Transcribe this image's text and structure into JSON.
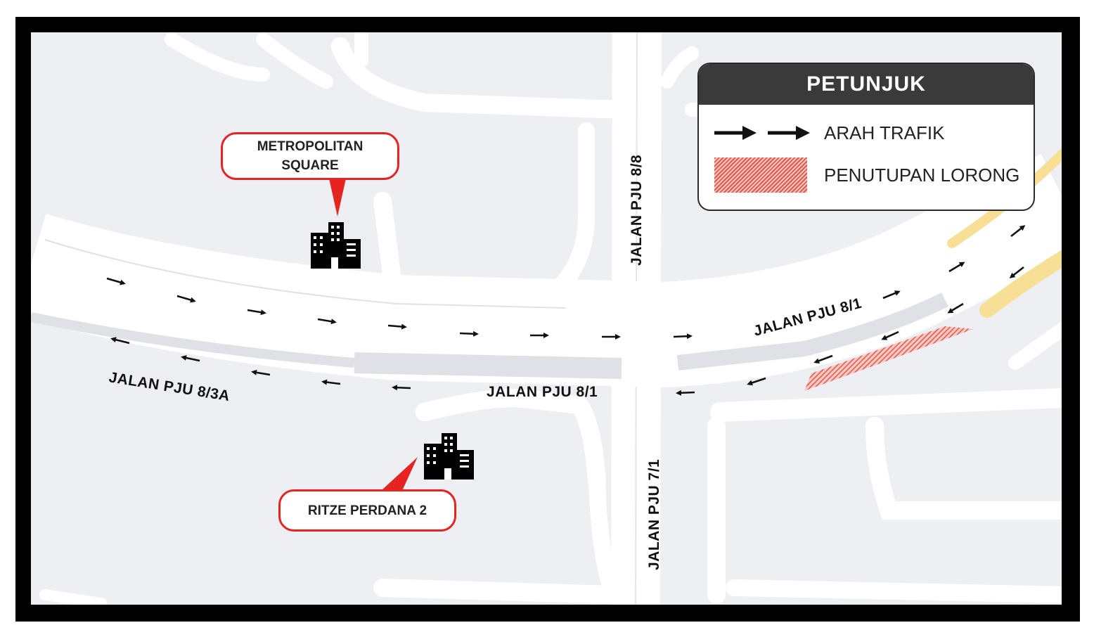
{
  "legend": {
    "title": "PETUNJUK",
    "items": [
      {
        "label": "ARAH TRAFIK",
        "symbol": "arrow-icon"
      },
      {
        "label": "PENUTUPAN LORONG",
        "symbol": "hatch-pattern"
      }
    ]
  },
  "roads": {
    "pju_8_8": "JALAN PJU 8/8",
    "pju_7_1": "JALAN PJU 7/1",
    "pju_8_1_main": "JALAN PJU 8/1",
    "pju_8_1_east": "JALAN PJU 8/1",
    "pju_8_3a": "JALAN PJU 8/3A"
  },
  "places": {
    "metropolitan": {
      "line1": "METROPOLITAN",
      "line2": "SQUARE",
      "icon": "building-icon"
    },
    "ritze": {
      "line1": "RITZE PERDANA 2",
      "icon": "building-icon"
    }
  },
  "colors": {
    "frame": "#000000",
    "map_bg": "#eeeff3",
    "road": "#ffffff",
    "callout_border": "#e52421",
    "lane_closure": "#e2574c",
    "highway_accent": "#f7df96"
  }
}
